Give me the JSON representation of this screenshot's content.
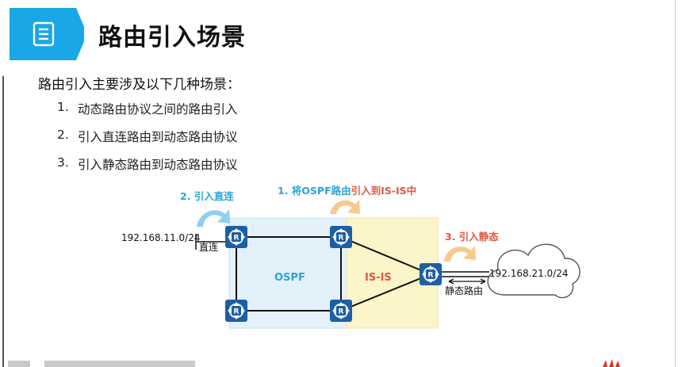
{
  "slide": {
    "title": "路由引入场景",
    "intro": "路由引入主要涉及以下几种场景：",
    "items": [
      {
        "num": "1.",
        "text": "动态路由协议之间的路由引入"
      },
      {
        "num": "2.",
        "text": "引入直连路由到动态路由协议"
      },
      {
        "num": "3.",
        "text": "引入静态路由到动态路由协议"
      }
    ]
  },
  "diagram": {
    "labels": {
      "direct_import": "2. 引入直连",
      "ospf_import_part1": "1. 将OSPF路由",
      "ospf_import_part2": "引入到IS-IS中",
      "static_import": "3. 引入静态",
      "left_network": "192.168.11.0/24",
      "direct_link": "直连",
      "ospf_area": "OSPF",
      "isis_area": "IS-IS",
      "right_network": "192.168.21.0/24",
      "static_route": "静态路由"
    },
    "colors": {
      "header_blue": "#1aa7e8",
      "router_blue": "#1d5fa6",
      "ospf_area": "#e3f1fb",
      "isis_area": "#fbf5c9",
      "label_blue": "#2ba4da",
      "label_red": "#e4573f",
      "arrow_blue": "#8fd0ee",
      "arrow_orange": "#f7c98e"
    },
    "icons": {
      "header": "document-icon",
      "router": "router-icon",
      "cloud": "cloud-icon"
    }
  }
}
